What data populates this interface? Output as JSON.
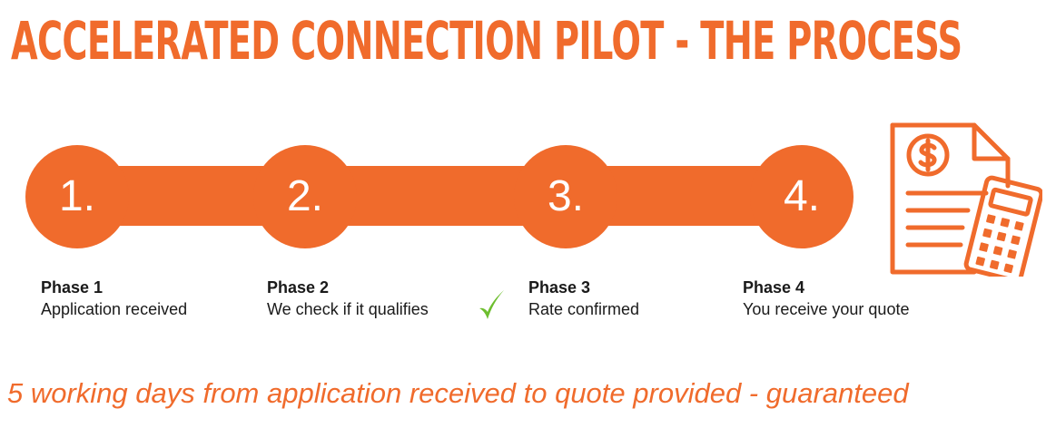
{
  "title": "ACCELERATED CONNECTION PILOT - THE PROCESS",
  "colors": {
    "accent": "#F06B2C",
    "check": "#6DBE2E",
    "text": "#1a1a1a",
    "circle_text": "#ffffff"
  },
  "steps": [
    {
      "number": "1.",
      "phase": "Phase 1",
      "description": "Application received",
      "checked": false
    },
    {
      "number": "2.",
      "phase": "Phase 2",
      "description": "We check if it qualifies",
      "checked": false
    },
    {
      "number": "3.",
      "phase": "Phase 3",
      "description": "Rate confirmed",
      "checked": true
    },
    {
      "number": "4.",
      "phase": "Phase 4",
      "description": "You receive your quote",
      "checked": false
    }
  ],
  "icons": {
    "check": "check-mark-icon",
    "document": "invoice-calculator-icon"
  },
  "footer": "5 working days from application received to quote provided - guaranteed"
}
